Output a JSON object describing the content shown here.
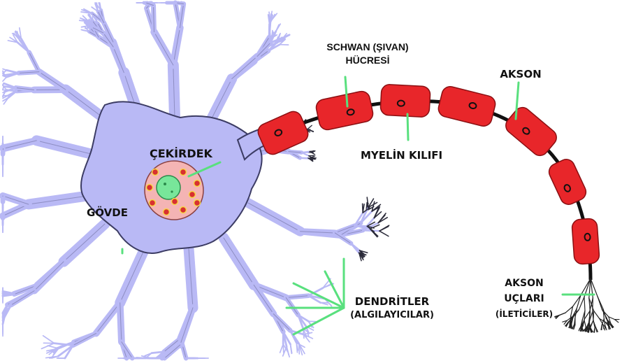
{
  "labels": {
    "schwan_line1": "SCHWAN (ŞIVAN)",
    "schwan_line2": "HÜCRESİ",
    "akson": "AKSON",
    "cekirdek": "ÇEKİRDEK",
    "myelin": "MYELİN KILIFI",
    "govde": "GÖVDE",
    "dendritler_line1": "DENDRİTLER",
    "dendritler_line2": "(ALGILAYICILAR)",
    "akson_uclari_line1": "AKSON",
    "akson_uclari_line2": "UÇLARI",
    "akson_uclari_line3": "(İLETİCİLER)"
  },
  "colors": {
    "cell_body": "#b9b9f5",
    "cell_outline": "#3c3c64",
    "nucleus_outer": "#f4b4b4",
    "nucleus_inner": "#78e69a",
    "myelin": "#e8262a",
    "myelin_dark": "#8a0f12",
    "pointer": "#59e07e",
    "terminal": "#222222"
  }
}
